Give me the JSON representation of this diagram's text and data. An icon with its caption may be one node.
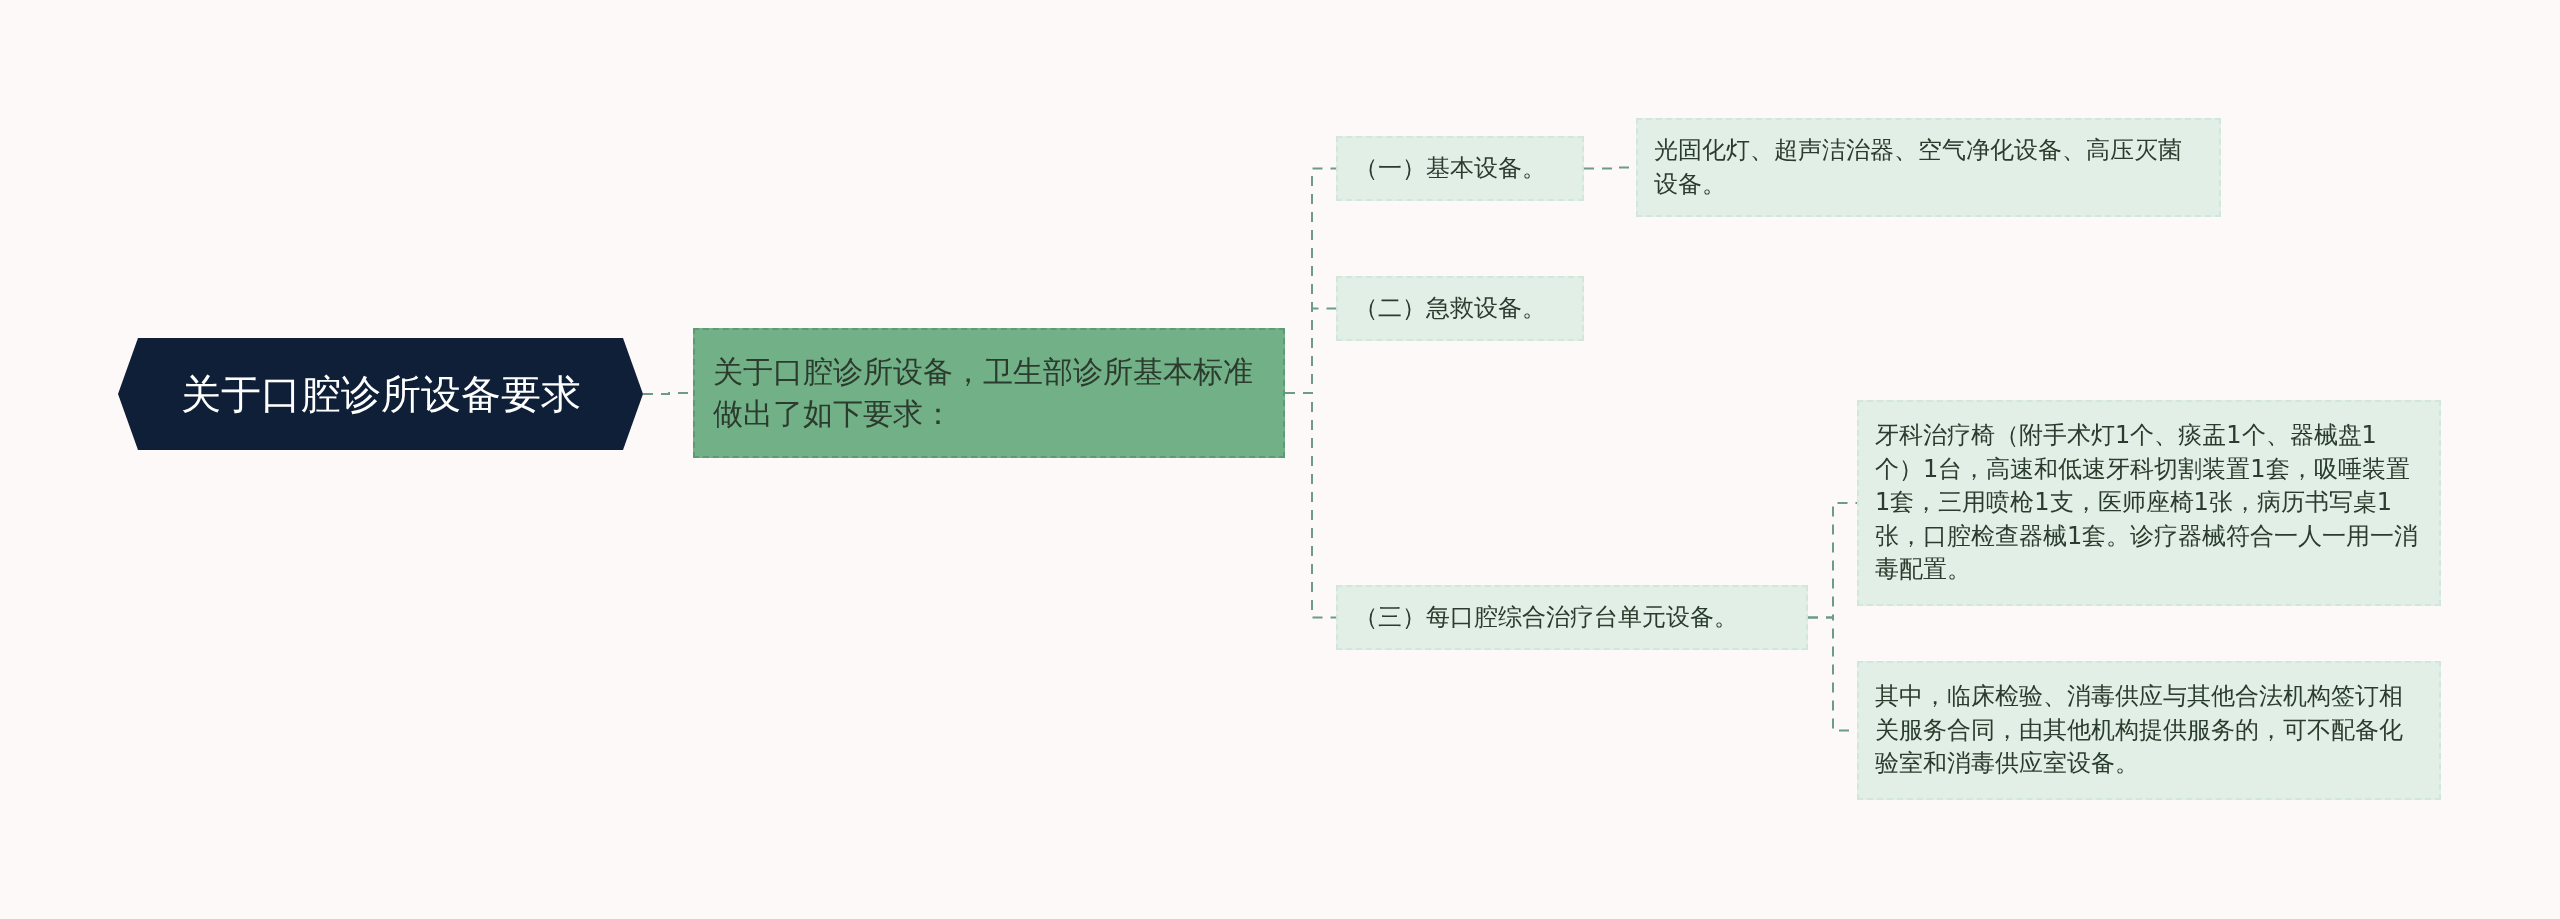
{
  "diagram": {
    "nodes": [
      {
        "text": [
          "关于口腔诊所设备要求"
        ]
      },
      {
        "text": [
          "关于口腔诊所设备，卫生部诊所基本标准做出了如下要求："
        ]
      },
      {
        "text": [
          "（一）基本设备。"
        ]
      },
      {
        "text": [
          "光固化灯、超声洁治器、空气净化设备、高压灭菌设备。"
        ]
      },
      {
        "text": [
          "（二）急救设备。"
        ]
      },
      {
        "text": [
          "（三）每口腔综合治疗台单元设备。"
        ]
      },
      {
        "text": [
          "牙科治疗椅（附手术灯1个、痰盂1个、器械盘1个）1台，高速和低速牙科切割装置1套，吸唾装置1套，三用喷枪1支，医师座椅1张，病历书写桌1张，口腔检查器械1套。诊疗器械符合一人一用一消毒配置。"
        ]
      },
      {
        "text": [
          "其中，临床检验、消毒供应与其他合法机构签订相关服务合同，由其他机构提供服务的，可不配备化验室和消毒供应室设备。"
        ]
      }
    ],
    "edges": [
      {
        "from": 0,
        "to": 1,
        "arrow": "none",
        "style": "dashed"
      },
      {
        "from": 1,
        "to": 2,
        "arrow": "none",
        "style": "dashed"
      },
      {
        "from": 2,
        "to": 3,
        "arrow": "none",
        "style": "dashed"
      },
      {
        "from": 1,
        "to": 4,
        "arrow": "none",
        "style": "dashed"
      },
      {
        "from": 1,
        "to": 5,
        "arrow": "none",
        "style": "dashed"
      },
      {
        "from": 5,
        "to": 6,
        "arrow": "none",
        "style": "dashed"
      },
      {
        "from": 5,
        "to": 7,
        "arrow": "none",
        "style": "dashed"
      }
    ]
  }
}
